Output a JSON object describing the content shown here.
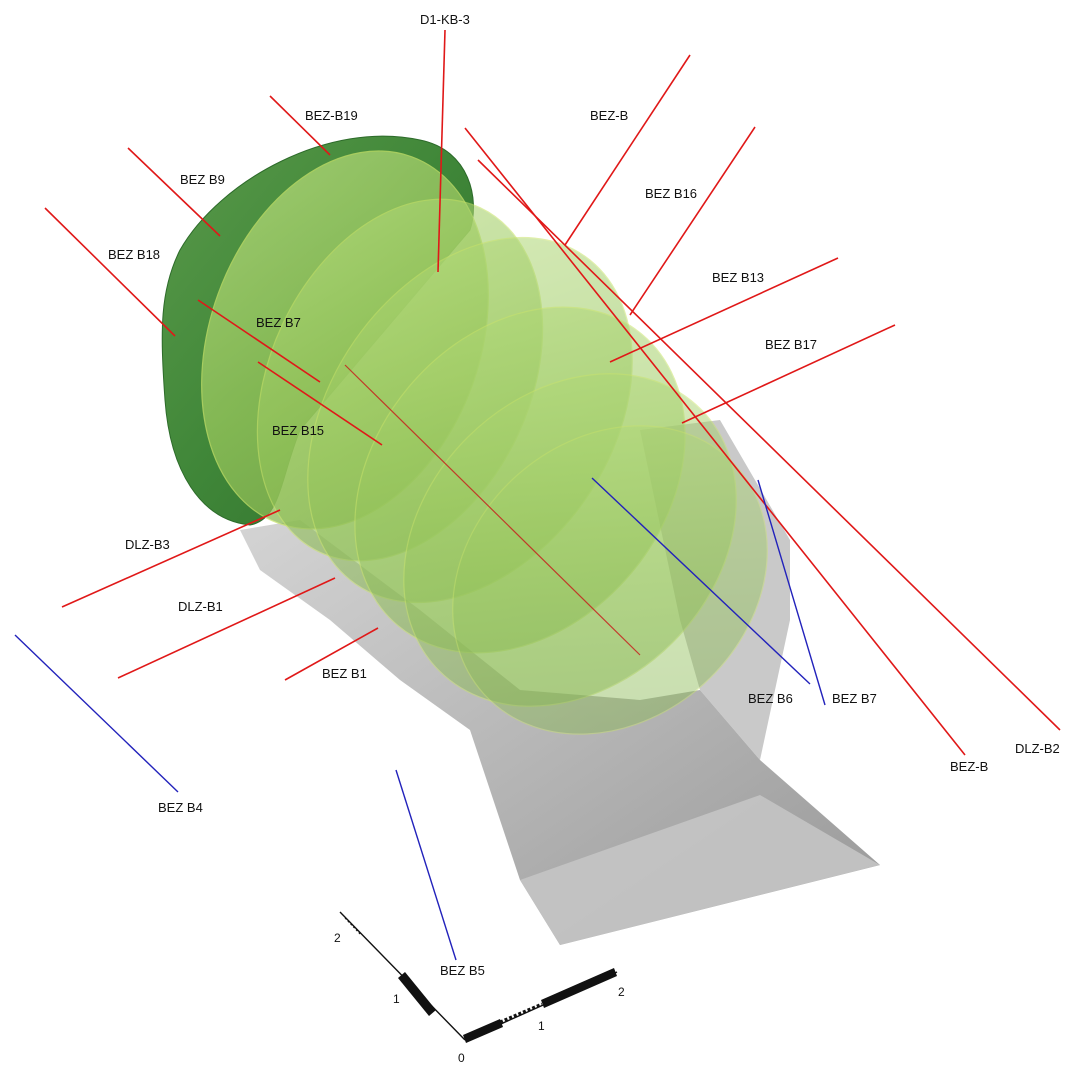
{
  "colors": {
    "borehole_red": "#e01818",
    "borehole_blue": "#2222bb",
    "body_dark_green": "#3e8a3a",
    "body_light_green": "#a6d468",
    "body_grey": "#a8a8a8",
    "background": "#ffffff"
  },
  "red_boreholes": [
    {
      "id": "r1",
      "label": "D1-KB-3"
    },
    {
      "id": "r2",
      "label": "BEZ-B19"
    },
    {
      "id": "r3",
      "label": "BEZ-B"
    },
    {
      "id": "r4",
      "label": "BEZ B9"
    },
    {
      "id": "r5",
      "label": "BEZ B16"
    },
    {
      "id": "r6",
      "label": "BEZ B18"
    },
    {
      "id": "r7",
      "label": "BEZ B13"
    },
    {
      "id": "r8",
      "label": "BEZ B7"
    },
    {
      "id": "r9",
      "label": "BEZ B17"
    },
    {
      "id": "r10",
      "label": "BEZ B15"
    },
    {
      "id": "r11",
      "label": "DLZ-B3"
    },
    {
      "id": "r12",
      "label": "DLZ-B1"
    },
    {
      "id": "r13",
      "label": "BEZ B1"
    },
    {
      "id": "r14",
      "label": "BEZ-B"
    },
    {
      "id": "r15",
      "label": "DLZ-B2"
    }
  ],
  "blue_boreholes": [
    {
      "id": "b1",
      "label": "BEZ B4"
    },
    {
      "id": "b2",
      "label": "BEZ B5"
    },
    {
      "id": "b3",
      "label": "BEZ B6"
    },
    {
      "id": "b4",
      "label": "BEZ B7"
    }
  ],
  "scale_axes": {
    "origin": "0",
    "left_ticks": [
      "1",
      "2"
    ],
    "right_ticks": [
      "1",
      "2"
    ]
  }
}
